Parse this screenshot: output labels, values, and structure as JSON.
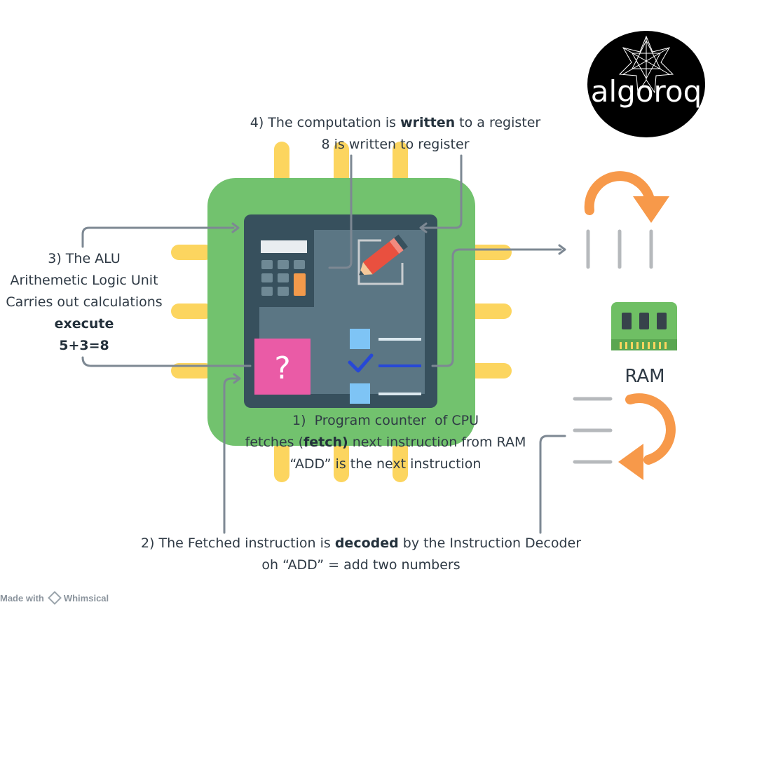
{
  "labels": {
    "step4": {
      "line1_pre": "4) The computation is ",
      "line1_bold": "written",
      "line1_post": " to a register",
      "line2": "8 is written to register"
    },
    "step3": {
      "line1": "3) The ALU",
      "line2": "Arithemetic Logic Unit",
      "line3": "Carries out calculations",
      "line4": "execute",
      "line5": "5+3=8"
    },
    "step1": {
      "line1": "1)  Program counter  of CPU",
      "line2_pre": "fetches (",
      "line2_bold": "fetch)",
      "line2_post": " next instruction from RAM",
      "line3": "“ADD” is the next instruction"
    },
    "step2": {
      "line1_pre": "2) The Fetched instruction is ",
      "line1_bold": "decoded",
      "line1_post": " by the Instruction Decoder",
      "line2": "oh “ADD” = add two numbers"
    },
    "ram": "RAM"
  },
  "cpu_icons": {
    "calculator": "calculator-icon",
    "pencil": "pencil-icon",
    "question": "question-mark",
    "checklist": "checklist-icon",
    "question_glyph": "?"
  },
  "logo": {
    "text": "algoroq"
  },
  "watermark": {
    "prefix": "Made with",
    "brand": "Whimsical"
  },
  "colors": {
    "chip_green": "#72c26e",
    "chip_core": "#5b7684",
    "chip_frame": "#37505d",
    "pins": "#fcd55f",
    "arrow_orange": "#f7994a",
    "connector": "#7d8893",
    "question_pink": "#ea5ba6",
    "ram_green": "#6fbf64"
  }
}
